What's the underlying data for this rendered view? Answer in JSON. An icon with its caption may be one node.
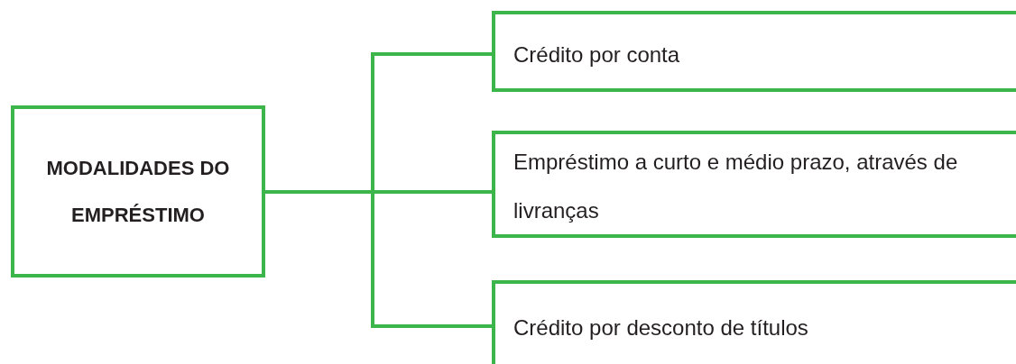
{
  "diagram": {
    "nodes": [
      {
        "text": [
          "MODALIDADES DO EMPRÉSTIMO"
        ]
      },
      {
        "text": [
          "Crédito por conta"
        ]
      },
      {
        "text": [
          "Empréstimo a curto e médio prazo, através de livranças"
        ]
      },
      {
        "text": [
          "Crédito por desconto de títulos"
        ]
      }
    ],
    "edges": [
      {
        "from": 0,
        "to": 1,
        "arrow": "none"
      },
      {
        "from": 0,
        "to": 2,
        "arrow": "none"
      },
      {
        "from": 0,
        "to": 3,
        "arrow": "none"
      }
    ]
  }
}
